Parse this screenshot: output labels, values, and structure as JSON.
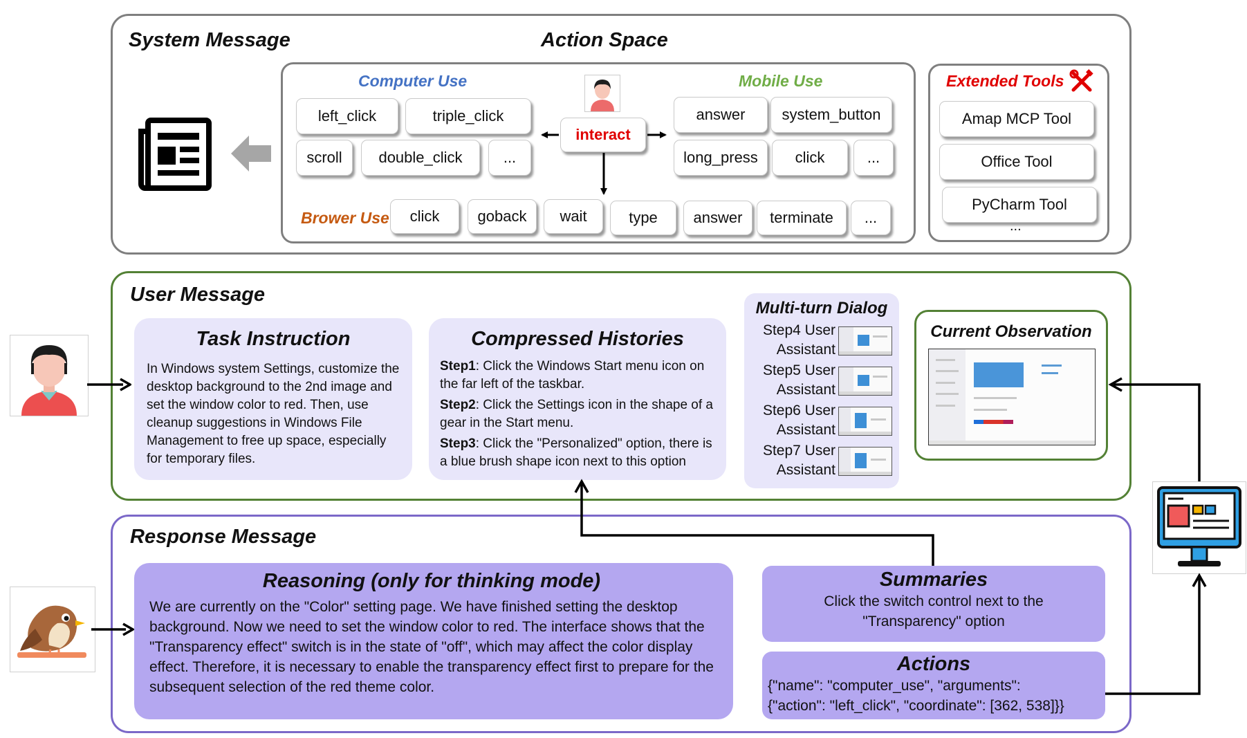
{
  "system": {
    "title": "System Message",
    "action_space_title": "Action Space",
    "computer_use": {
      "label": "Computer Use",
      "row1": [
        "left_click",
        "triple_click"
      ],
      "row2": [
        "scroll",
        "double_click",
        "..."
      ]
    },
    "interact_label": "interact",
    "mobile_use": {
      "label": "Mobile Use",
      "row1": [
        "answer",
        "system_button"
      ],
      "row2": [
        "long_press",
        "click",
        "..."
      ]
    },
    "browser_use": {
      "label": "Brower Use",
      "items": [
        "click",
        "goback",
        "wait",
        "type",
        "answer",
        "terminate",
        "..."
      ]
    },
    "extended_tools": {
      "label": "Extended Tools",
      "items": [
        "Amap MCP Tool",
        "Office Tool",
        "PyCharm Tool"
      ],
      "more": "..."
    }
  },
  "user": {
    "title": "User Message",
    "task": {
      "title": "Task Instruction",
      "text": "In Windows system Settings, customize the desktop background to the 2nd image and set the window color to red. Then, use cleanup suggestions in Windows File Management to free up space, especially for temporary files."
    },
    "histories": {
      "title": "Compressed Histories",
      "steps": [
        {
          "label": "Step1",
          "text": ": Click the Windows Start menu icon on the far left of the taskbar."
        },
        {
          "label": "Step2",
          "text": ": Click the Settings icon in the shape of a gear in the Start menu."
        },
        {
          "label": "Step3",
          "text": ": Click the \"Personalized\" option, there is a blue brush shape icon next to this option"
        }
      ]
    },
    "dialog": {
      "title": "Multi-turn Dialog",
      "steps": [
        {
          "user": "Step4 User",
          "assistant": "Assistant"
        },
        {
          "user": "Step5 User",
          "assistant": "Assistant"
        },
        {
          "user": "Step6 User",
          "assistant": "Assistant"
        },
        {
          "user": "Step7 User",
          "assistant": "Assistant"
        }
      ]
    },
    "observation": {
      "title": "Current Observation"
    }
  },
  "response": {
    "title": "Response Message",
    "reasoning": {
      "title": "Reasoning (only for thinking mode)",
      "text": "We are currently on the \"Color\" setting page. We have finished setting the desktop background. Now we need to set the window color to red. The interface shows that the \"Transparency effect\" switch is in the state of \"off\", which may affect the color display effect. Therefore, it is necessary to enable the transparency effect first to prepare for the subsequent selection of the red theme color."
    },
    "summaries": {
      "title": "Summaries",
      "line1": "Click the switch control next to the",
      "line2": "\"Transparency\" option"
    },
    "actions": {
      "title": "Actions",
      "line1": "{\"name\": \"computer_use\", \"arguments\":",
      "line2": "{\"action\": \"left_click\", \"coordinate\": [362, 538]}}"
    }
  },
  "icons": {
    "document": "newspaper-icon",
    "arrow": "grey-left-arrow",
    "small_user": "user-avatar-icon",
    "tools": "crossed-tools-icon",
    "user": "user-avatar-icon",
    "bird": "bird-icon",
    "monitor": "monitor-icon"
  },
  "colors": {
    "system_border": "#7f7f7f",
    "user_border": "#538135",
    "response_border": "#7b68c8",
    "computer_use": "#4472c4",
    "mobile_use": "#70ad47",
    "browser_use": "#c55a11",
    "extended_tools": "#e00000",
    "interact": "#e00000",
    "light_purple": "#e8e6fa",
    "purple": "#b4a7f0"
  }
}
